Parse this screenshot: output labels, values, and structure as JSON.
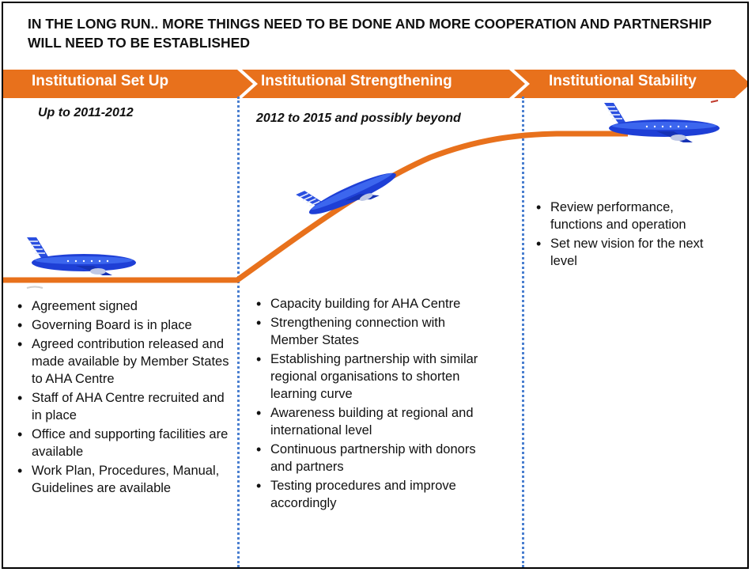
{
  "title": "IN THE LONG RUN.. MORE THINGS  NEED TO BE DONE AND MORE COOPERATION AND PARTNERSHIP WILL NEED TO BE ESTABLISHED",
  "colors": {
    "banner": "#e8711c",
    "curve": "#e8711c",
    "divider": "#4a7fd0",
    "plane_body": "#1e3fd6"
  },
  "stages": [
    {
      "label": "Institutional Set Up",
      "period": "Up to 2011-2012",
      "bullets": [
        "Agreement  signed",
        "Governing Board is in place",
        "Agreed contribution released  and made available by Member States to AHA Centre",
        "Staff of AHA Centre recruited and in place",
        "Office  and supporting facilities  are available",
        "Work Plan, Procedures, Manual, Guidelines are available"
      ]
    },
    {
      "label": "Institutional Strengthening",
      "period": "2012 to 2015 and possibly beyond",
      "bullets": [
        "Capacity building for AHA Centre",
        "Strengthening connection with Member States",
        "Establishing partnership with similar regional organisations to shorten learning curve",
        "Awareness building at regional and international level",
        "Continuous partnership with donors and partners",
        "Testing procedures and improve accordingly"
      ]
    },
    {
      "label": "Institutional Stability",
      "period": "",
      "bullets": [
        "Review performance, functions and operation",
        "Set new vision for  the next level"
      ]
    }
  ],
  "icons": {
    "plane": "airplane-icon"
  }
}
